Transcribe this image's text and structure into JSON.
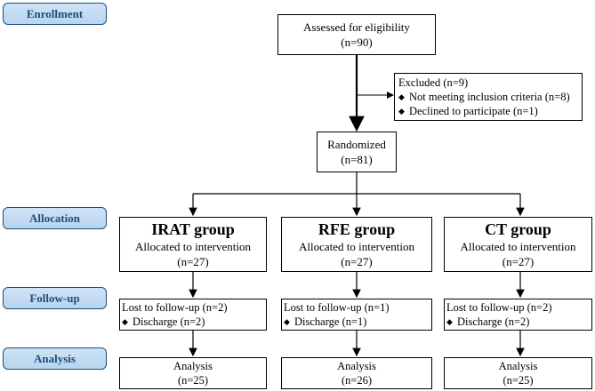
{
  "stages": {
    "enrollment": "Enrollment",
    "allocation": "Allocation",
    "followup": "Follow-up",
    "analysis": "Analysis"
  },
  "assessed": {
    "label": "Assessed for eligibility",
    "n": "(n=90)"
  },
  "excluded": {
    "label": "Excluded (n=9)",
    "items": [
      "Not meeting inclusion criteria (n=8)",
      "Declined to participate (n=1)"
    ]
  },
  "randomized": {
    "label": "Randomized",
    "n": "(n=81)"
  },
  "groups": [
    {
      "name": "IRAT group",
      "allocated": "Allocated to intervention",
      "n": "(n=27)",
      "lost": "Lost to follow-up (n=2)",
      "discharge": "Discharge (n=2)",
      "analysis": "Analysis",
      "analysis_n": "(n=25)"
    },
    {
      "name": "RFE group",
      "allocated": "Allocated to intervention",
      "n": "(n=27)",
      "lost": "Lost to follow-up (n=1)",
      "discharge": "Discharge (n=1)",
      "analysis": "Analysis",
      "analysis_n": "(n=26)"
    },
    {
      "name": "CT group",
      "allocated": "Allocated to intervention",
      "n": "(n=27)",
      "lost": "Lost to follow-up (n=2)",
      "discharge": "Discharge (n=2)",
      "analysis": "Analysis",
      "analysis_n": "(n=25)"
    }
  ],
  "colors": {
    "stage_fill": "#c6ddf3",
    "stage_text": "#1f4e79"
  }
}
